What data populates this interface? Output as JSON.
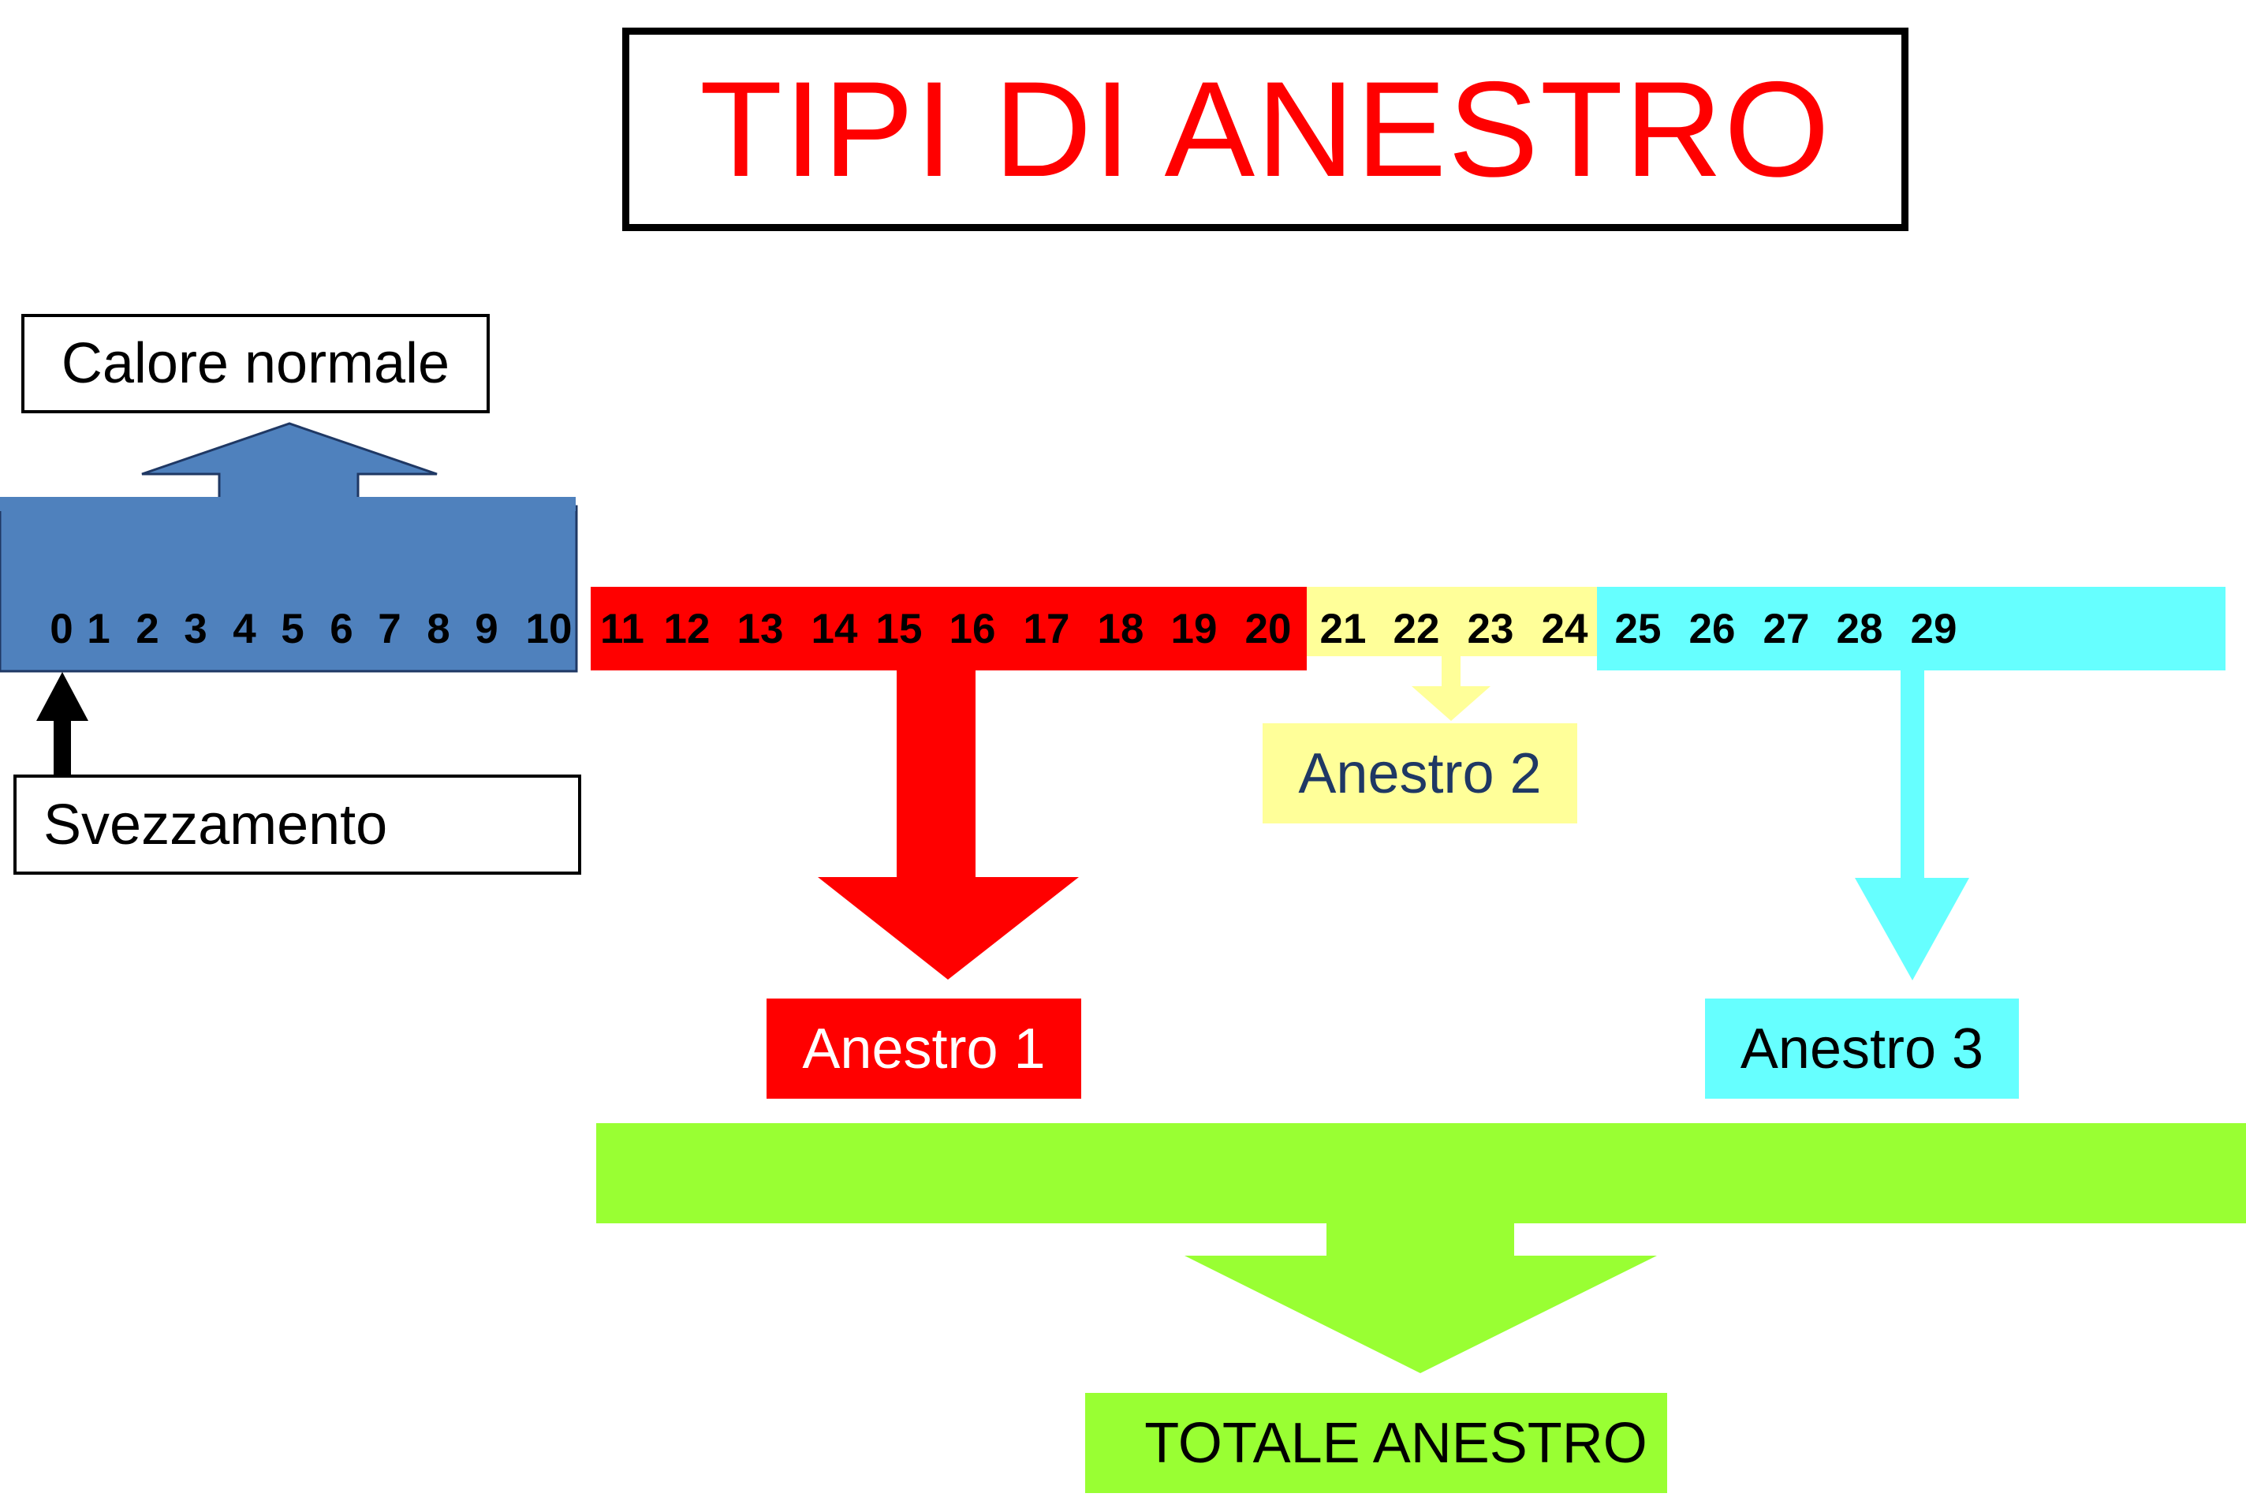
{
  "title": "TIPI DI ANESTRO",
  "labels": {
    "calore": "Calore normale",
    "svezzamento": "Svezzamento",
    "anestro1": "Anestro 1",
    "anestro2": "Anestro 2",
    "anestro3": "Anestro 3",
    "totale": "TOTALE ANESTRO"
  },
  "timeline": {
    "blue_days": [
      "0",
      "1",
      "2",
      "3",
      "4",
      "5",
      "6",
      "7",
      "8",
      "9",
      "10"
    ],
    "red_days": [
      "11",
      "12",
      "13",
      "14",
      "15",
      "16",
      "17",
      "18",
      "19",
      "20"
    ],
    "yellow_days": [
      "21",
      "22",
      "23",
      "24"
    ],
    "cyan_days": [
      "25",
      "26",
      "27",
      "28",
      "29"
    ]
  },
  "colors": {
    "title": "#ff0000",
    "blue": "#4f81bd",
    "red": "#ff0000",
    "yellow": "#ffff99",
    "cyan": "#66ffff",
    "green": "#99ff33"
  }
}
